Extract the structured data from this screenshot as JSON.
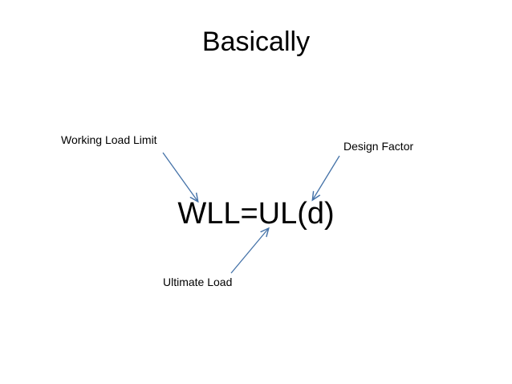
{
  "slide": {
    "title": "Basically",
    "formula": "WLL=UL(d)",
    "background_color": "#ffffff",
    "text_color": "#000000",
    "arrow_color": "#4472a8",
    "labels": [
      {
        "id": "working-load-limit",
        "text": "Working Load Limit"
      },
      {
        "id": "design-factor",
        "text": "Design Factor"
      },
      {
        "id": "ultimate-load",
        "text": "Ultimate Load"
      }
    ],
    "annotations": [
      {
        "from": "Working Load Limit",
        "to": "WLL",
        "direction": "down-right"
      },
      {
        "from": "Design Factor",
        "to": "(d)",
        "direction": "down-left"
      },
      {
        "from": "Ultimate Load",
        "to": "UL",
        "direction": "up-right"
      }
    ]
  }
}
